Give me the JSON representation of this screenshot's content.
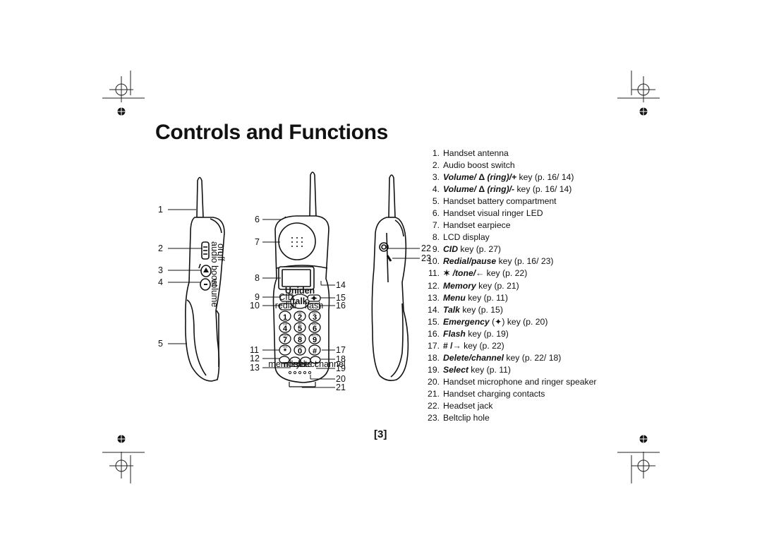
{
  "title": "Controls and Functions",
  "features": [
    {
      "num": "1.",
      "parts": [
        {
          "t": "Handset antenna"
        }
      ]
    },
    {
      "num": "2.",
      "parts": [
        {
          "t": "Audio boost switch"
        }
      ]
    },
    {
      "num": "3.",
      "parts": [
        {
          "t": "Volume/ ",
          "s": "kw"
        },
        {
          "t": "Δ",
          "s": "sym"
        },
        {
          "t": " (ring)/+",
          "s": "kw"
        },
        {
          "t": " key (p. 16/ 14)"
        }
      ]
    },
    {
      "num": "4.",
      "parts": [
        {
          "t": "Volume/ ",
          "s": "kw"
        },
        {
          "t": "Δ",
          "s": "sym"
        },
        {
          "t": " (ring)/-",
          "s": "kw"
        },
        {
          "t": " key (p. 16/ 14)"
        }
      ]
    },
    {
      "num": "5.",
      "parts": [
        {
          "t": "Handset battery compartment"
        }
      ]
    },
    {
      "num": "6.",
      "parts": [
        {
          "t": "Handset visual ringer LED"
        }
      ]
    },
    {
      "num": "7.",
      "parts": [
        {
          "t": "Handset earpiece"
        }
      ]
    },
    {
      "num": "8.",
      "parts": [
        {
          "t": "LCD display"
        }
      ]
    },
    {
      "num": "9.",
      "parts": [
        {
          "t": "CID",
          "s": "kw"
        },
        {
          "t": " key (p. 27)"
        }
      ]
    },
    {
      "num": "10.",
      "parts": [
        {
          "t": "Redial/pause",
          "s": "kw"
        },
        {
          "t": " key (p. 16/ 23)"
        }
      ]
    },
    {
      "num": "11.",
      "parts": [
        {
          "t": "✶ ",
          "s": "sym"
        },
        {
          "t": "/tone/←",
          "s": "kw"
        },
        {
          "t": " key (p. 22)"
        }
      ]
    },
    {
      "num": "12.",
      "parts": [
        {
          "t": "Memory",
          "s": "kw"
        },
        {
          "t": " key (p. 21)"
        }
      ]
    },
    {
      "num": "13.",
      "parts": [
        {
          "t": "Menu",
          "s": "kw"
        },
        {
          "t": " key (p. 11)"
        }
      ]
    },
    {
      "num": "14.",
      "parts": [
        {
          "t": "Talk",
          "s": "kw"
        },
        {
          "t": " key (p. 15)"
        }
      ]
    },
    {
      "num": "15.",
      "parts": [
        {
          "t": "Emergency",
          "s": "kw"
        },
        {
          "t": " (✦) key (p. 20)"
        }
      ]
    },
    {
      "num": "16.",
      "parts": [
        {
          "t": "Flash",
          "s": "kw"
        },
        {
          "t": " key (p. 19)"
        }
      ]
    },
    {
      "num": "17.",
      "parts": [
        {
          "t": "# /→",
          "s": "sym"
        },
        {
          "t": " key (p. 22)"
        }
      ]
    },
    {
      "num": "18.",
      "parts": [
        {
          "t": "Delete/channel",
          "s": "kw"
        },
        {
          "t": " key (p. 22/ 18)"
        }
      ]
    },
    {
      "num": "19.",
      "parts": [
        {
          "t": "Select",
          "s": "kw"
        },
        {
          "t": " key (p. 11)"
        }
      ]
    },
    {
      "num": "20.",
      "parts": [
        {
          "t": "Handset microphone and ringer speaker"
        }
      ]
    },
    {
      "num": "21.",
      "parts": [
        {
          "t": "Handset charging contacts"
        }
      ]
    },
    {
      "num": "22.",
      "parts": [
        {
          "t": "Headset jack"
        }
      ]
    },
    {
      "num": "23.",
      "parts": [
        {
          "t": "Beltclip hole"
        }
      ]
    }
  ],
  "page_number": "[3]",
  "figure": {
    "callouts": [
      "1",
      "2",
      "3",
      "4",
      "5",
      "6",
      "7",
      "8",
      "9",
      "10",
      "11",
      "12",
      "13",
      "14",
      "15",
      "16",
      "17",
      "18",
      "19",
      "20",
      "21",
      "22",
      "23"
    ],
    "side_labels": [
      "audio boost",
      "on",
      "off",
      "volume"
    ],
    "brand": "Uniden",
    "keys": [
      {
        "num": "1",
        "letters": ""
      },
      {
        "num": "2",
        "letters": "ABC"
      },
      {
        "num": "3",
        "letters": "DEF"
      },
      {
        "num": "4",
        "letters": "GHI"
      },
      {
        "num": "5",
        "letters": "JKL"
      },
      {
        "num": "6",
        "letters": "MNO"
      },
      {
        "num": "7",
        "letters": "PQRS"
      },
      {
        "num": "8",
        "letters": "TUV"
      },
      {
        "num": "9",
        "letters": "WXYZ"
      },
      {
        "num": "*",
        "letters": "tone"
      },
      {
        "num": "0",
        "letters": "OPER"
      },
      {
        "num": "#",
        "letters": ""
      }
    ],
    "function_keys": {
      "cid": "CID",
      "redial": "redial",
      "talk": "talk",
      "flash": "flash",
      "memory": "memory",
      "menu": "menu",
      "select": "select",
      "delete": "delete channel"
    }
  }
}
